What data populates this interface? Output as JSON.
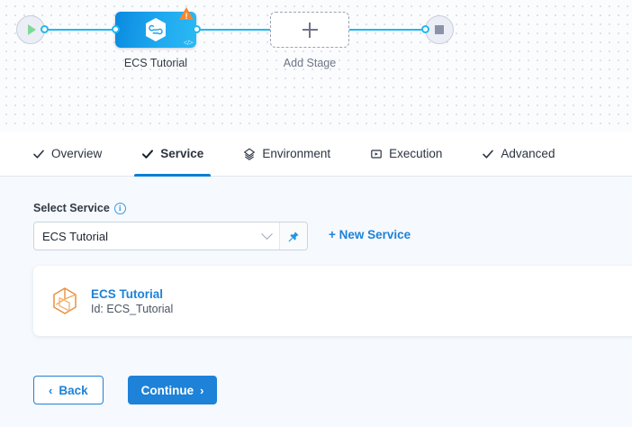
{
  "canvas": {
    "start_node": {
      "icon": "play-icon",
      "label": ""
    },
    "end_node": {
      "icon": "stop-icon",
      "label": ""
    },
    "stage": {
      "label": "ECS Tutorial",
      "icon": "harness-hexagon-icon",
      "warning_icon": "warning-triangle-icon",
      "code_icon": "code-brackets-icon"
    },
    "add_stage": {
      "label": "Add Stage",
      "icon": "plus-icon"
    },
    "colors": {
      "edge": "#22b8f0",
      "stage_start": "#0a8ae0",
      "stage_end": "#2bb9f4",
      "warning": "#f5862e"
    }
  },
  "tabs": [
    {
      "label": "Overview",
      "icon": "check-icon",
      "active": false
    },
    {
      "label": "Service",
      "icon": "check-icon",
      "active": true
    },
    {
      "label": "Environment",
      "icon": "layers-diamond-icon",
      "active": false
    },
    {
      "label": "Execution",
      "icon": "execution-play-box-icon",
      "active": false
    },
    {
      "label": "Advanced",
      "icon": "check-icon",
      "active": false
    }
  ],
  "form": {
    "label": "Select Service",
    "info_icon": "info-icon",
    "select": {
      "value": "ECS Tutorial",
      "placeholder": "Select Service",
      "chevron_icon": "chevron-down-icon",
      "pin_icon": "pin-icon"
    },
    "new_service_label": "+ New Service"
  },
  "service_card": {
    "icon": "cube-icon",
    "title": "ECS Tutorial",
    "id_text": "Id: ECS_Tutorial"
  },
  "footer": {
    "back_label": "Back",
    "back_icon": "chevron-left-icon",
    "continue_label": "Continue",
    "continue_icon": "chevron-right-icon",
    "accent": "#1d82d8"
  }
}
